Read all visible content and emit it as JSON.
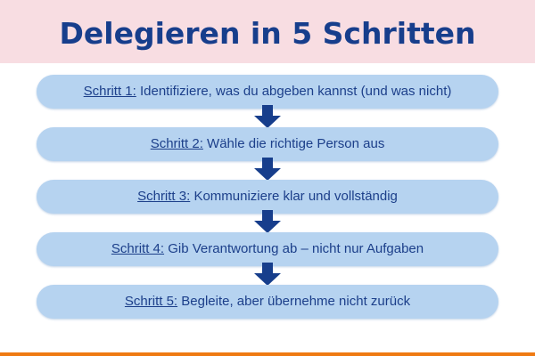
{
  "header": {
    "title": "Delegieren in 5 Schritten",
    "background": "#f8dde2",
    "title_color": "#173e8c"
  },
  "steps": [
    {
      "label": "Schritt 1:",
      "text": " Identifiziere, was du abgeben kannst (und was nicht)"
    },
    {
      "label": "Schritt 2:",
      "text": " Wähle die richtige Person aus"
    },
    {
      "label": "Schritt 3:",
      "text": " Kommuniziere klar und vollständig"
    },
    {
      "label": "Schritt 4:",
      "text": " Gib Verantwortung ab – nicht nur Aufgaben"
    },
    {
      "label": "Schritt 5:",
      "text": " Begleite, aber übernehme nicht zurück"
    }
  ],
  "colors": {
    "step_fill": "#b6d3f0",
    "arrow": "#173e8c",
    "footer_line": "#ef7a12"
  },
  "icons": {
    "connector": "arrow-down-icon"
  }
}
